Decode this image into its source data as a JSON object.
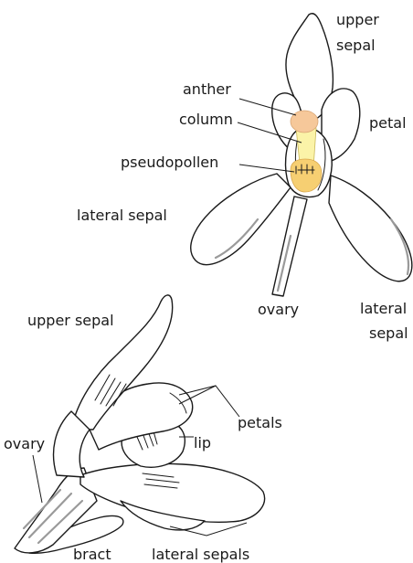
{
  "top_flower": {
    "labels": {
      "upper_sepal": [
        "upper",
        "sepal"
      ],
      "anther": "anther",
      "petal": "petal",
      "column": "column",
      "pseudopollen": "pseudopollen",
      "lateral_sepal_left": "lateral sepal",
      "ovary": "ovary",
      "lateral_sepal_right": [
        "lateral",
        "sepal"
      ]
    },
    "colors": {
      "anther": "#f6c89a",
      "column": "#fbf3a8",
      "pseudopollen": "#f6cf72"
    }
  },
  "side_flower": {
    "labels": {
      "upper_sepal": "upper sepal",
      "petals": "petals",
      "lip": "lip",
      "ovary": "ovary",
      "bract": "bract",
      "lateral_sepals": "lateral sepals"
    }
  }
}
